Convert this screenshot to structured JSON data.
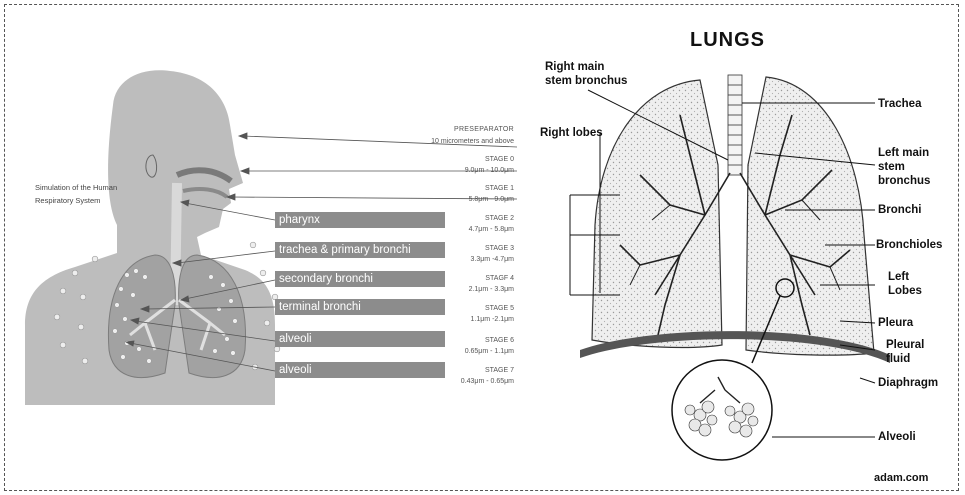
{
  "left_panel": {
    "caption": "Simulation of the Human Respiratory System",
    "preseparator": {
      "label": "PRESEPARATOR",
      "range": "10 micrometers and above"
    },
    "stages": [
      {
        "label": "STAGE 0",
        "range": "9.0μm - 10.0μm"
      },
      {
        "label": "STAGE 1",
        "range": "5.8μm - 9.0μm"
      },
      {
        "label": "STAGE 2",
        "range": "4.7μm - 5.8μm"
      },
      {
        "label": "STAGE 3",
        "range": "3.3μm -4.7μm"
      },
      {
        "label": "STAGF 4",
        "range": "2.1μm - 3.3μm"
      },
      {
        "label": "STAGE 5",
        "range": "1.1μm -2.1μm"
      },
      {
        "label": "STAGE 6",
        "range": "0.65μm - 1.1μm"
      },
      {
        "label": "STAGE 7",
        "range": "0.43μm - 0.65μm"
      }
    ],
    "regions": [
      "pharynx",
      "trachea & primary bronchi",
      "secondary bronchi",
      "terminal bronchi",
      "alveoli",
      "alveoli"
    ]
  },
  "right_panel": {
    "title": "LUNGS",
    "labels": {
      "right_main_stem_bronchus": [
        "Right main",
        "stem bronchus"
      ],
      "right_lobes": "Right lobes",
      "trachea": "Trachea",
      "left_main_stem_bronchus": [
        "Left main",
        "stem",
        "bronchus"
      ],
      "bronchi": "Bronchi",
      "bronchioles": "Bronchioles",
      "left_lobes": [
        "Left",
        "Lobes"
      ],
      "pleura": "Pleura",
      "pleural_fluid": [
        "Pleural",
        "fluid"
      ],
      "diaphragm": "Diaphragm",
      "alveoli": "Alveoli"
    },
    "credit": "adam.com"
  }
}
